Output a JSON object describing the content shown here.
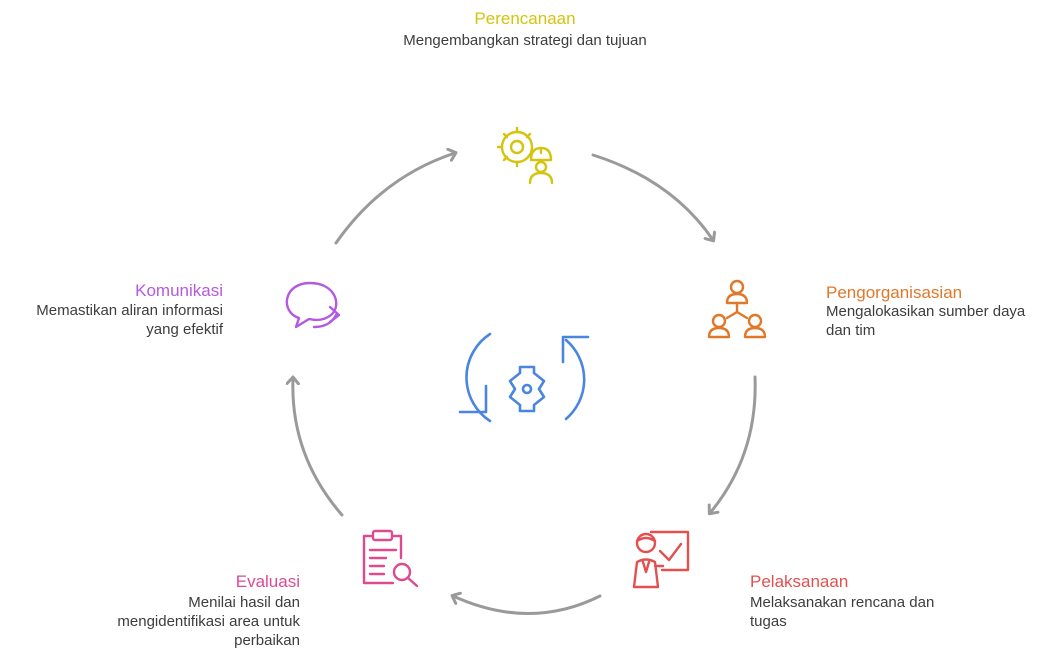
{
  "colors": {
    "planning": "#d4c40e",
    "organizing": "#e0782a",
    "executing": "#e2504f",
    "evaluation": "#de4a92",
    "communication": "#b45ae0",
    "center": "#4a86e0",
    "arrow": "#9a9a9a"
  },
  "steps": [
    {
      "key": "planning",
      "title": "Perencanaan",
      "desc": "Mengembangkan strategi dan tujuan",
      "icon": "gear-worker-icon"
    },
    {
      "key": "organizing",
      "title": "Pengorganisasian",
      "desc": "Mengalokasikan sumber daya dan tim",
      "icon": "team-hierarchy-icon"
    },
    {
      "key": "executing",
      "title": "Pelaksanaan",
      "desc": "Melaksanakan rencana dan tugas",
      "icon": "presenter-checkmark-icon"
    },
    {
      "key": "evaluation",
      "title": "Evaluasi",
      "desc": "Menilai hasil dan mengidentifikasi area untuk perbaikan",
      "icon": "clipboard-search-icon"
    },
    {
      "key": "communication",
      "title": "Komunikasi",
      "desc": "Memastikan aliran informasi yang efektif",
      "icon": "chat-bubbles-icon"
    }
  ],
  "center_icon": "gear-cycle-icon"
}
